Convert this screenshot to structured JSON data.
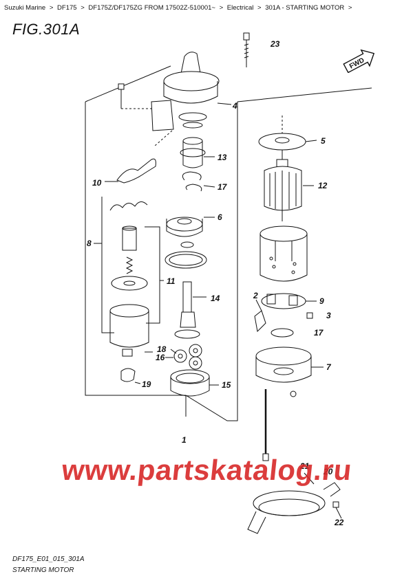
{
  "breadcrumb": [
    "Suzuki Marine",
    "DF175",
    "DF175Z/DF175ZG FROM 17502Z-510001~",
    "Electrical",
    "301A - STARTING MOTOR"
  ],
  "breadcrumb_sep": ">",
  "figure_title": "FIG.301A",
  "fwd_label": "FWD",
  "callouts": [
    "23",
    "4",
    "5",
    "13",
    "10",
    "17",
    "12",
    "6",
    "8",
    "11",
    "14",
    "2",
    "9",
    "3",
    "17",
    "18",
    "16",
    "7",
    "19",
    "15",
    "1",
    "21",
    "20",
    "22"
  ],
  "watermark": "www.partskatalog.ru",
  "footer_code": "DF175_E01_015_301A",
  "footer_title": "STARTING MOTOR",
  "colors": {
    "watermark": "#d72828",
    "line": "#111111"
  }
}
